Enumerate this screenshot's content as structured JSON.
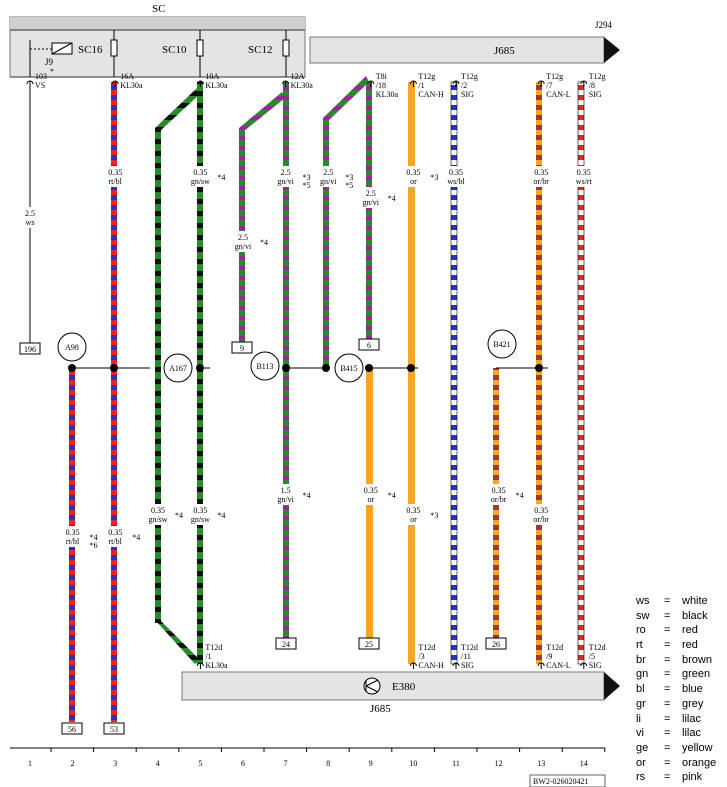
{
  "header": {
    "sc_label": "SC",
    "j294_label": "J294"
  },
  "fuses": {
    "sc16": "SC16",
    "sc10": "SC10",
    "sc12": "SC12",
    "relay": "J9",
    "asterisk": "*"
  },
  "top_connector": {
    "label": "J685"
  },
  "bottom_connector": {
    "label": "J685",
    "component": "E380"
  },
  "top_pins": [
    {
      "col": 1,
      "line1": "103",
      "line2": "VS"
    },
    {
      "col": 3,
      "line1": "16A",
      "line2": "KL30a"
    },
    {
      "col": 5,
      "line1": "10A",
      "line2": "KL30a"
    },
    {
      "col": 7,
      "line1": "12A",
      "line2": "KL30a"
    },
    {
      "col": 9,
      "line1": "T8i",
      "line2": "/18",
      "line3": "KL30a"
    },
    {
      "col": 10,
      "line1": "T12g",
      "line2": "/1",
      "line3": "CAN-H"
    },
    {
      "col": 11,
      "line1": "T12g",
      "line2": "/2",
      "line3": "SIG"
    },
    {
      "col": 13,
      "line1": "T12g",
      "line2": "/7",
      "line3": "CAN-L"
    },
    {
      "col": 14,
      "line1": "T12g",
      "line2": "/8",
      "line3": "SIG"
    }
  ],
  "bottom_pins": [
    {
      "col": 5,
      "line1": "T12d",
      "line2": "/1",
      "line3": "KL30a"
    },
    {
      "col": 10,
      "line1": "T12d",
      "line2": "/3",
      "line3": "CAN-H"
    },
    {
      "col": 11,
      "line1": "T12d",
      "line2": "/11",
      "line3": "SIG"
    },
    {
      "col": 13,
      "line1": "T12d",
      "line2": "/9",
      "line3": "CAN-L"
    },
    {
      "col": 14,
      "line1": "T12d",
      "line2": "/5",
      "line3": "SIG"
    }
  ],
  "wire_labels": [
    {
      "col": 1,
      "row": "upper",
      "size": "2.5",
      "color": "ws",
      "note": ""
    },
    {
      "col": 3,
      "row": "upper",
      "size": "0.35",
      "color": "rt/bl",
      "note": ""
    },
    {
      "col": 5,
      "row": "upper",
      "size": "0.35",
      "color": "gn/sw",
      "note": "*4"
    },
    {
      "col": 6,
      "row": "mid",
      "size": "2.5",
      "color": "gn/vi",
      "note": "*4"
    },
    {
      "col": 7,
      "row": "upper",
      "size": "2.5",
      "color": "gn/vi",
      "note": "*3\n*5"
    },
    {
      "col": 8,
      "row": "upper",
      "size": "2.5",
      "color": "gn/vi",
      "note": "*3\n*5"
    },
    {
      "col": 9,
      "row": "upper",
      "size": "2.5",
      "color": "gn/vi",
      "note": "*4"
    },
    {
      "col": 10,
      "row": "upper",
      "size": "0.35",
      "color": "or",
      "note": "*3"
    },
    {
      "col": 11,
      "row": "upper",
      "size": "0.35",
      "color": "ws/bl",
      "note": ""
    },
    {
      "col": 13,
      "row": "upper",
      "size": "0.35",
      "color": "or/br",
      "note": ""
    },
    {
      "col": 14,
      "row": "upper",
      "size": "0.35",
      "color": "ws/rt",
      "note": ""
    },
    {
      "col": 2,
      "row": "lower",
      "size": "0.35",
      "color": "rt/bl",
      "note": "*4\n*6"
    },
    {
      "col": 3,
      "row": "lower",
      "size": "0.35",
      "color": "rt/bl",
      "note": "*4"
    },
    {
      "col": 4,
      "row": "lower",
      "size": "0.35",
      "color": "gn/sw",
      "note": "*4"
    },
    {
      "col": 5,
      "row": "lower",
      "size": "0.35",
      "color": "gn/sw",
      "note": "*4"
    },
    {
      "col": 7,
      "row": "lower",
      "size": "1.5",
      "color": "gn/vi",
      "note": "*4"
    },
    {
      "col": 9,
      "row": "lower",
      "size": "0.35",
      "color": "or",
      "note": "*4"
    },
    {
      "col": 10,
      "row": "lower",
      "size": "0.35",
      "color": "or",
      "note": "*3"
    },
    {
      "col": 12,
      "row": "lower",
      "size": "0.35",
      "color": "or/br",
      "note": "*4"
    },
    {
      "col": 13,
      "row": "lower",
      "size": "0.35",
      "color": "or/br",
      "note": ""
    }
  ],
  "splices": [
    {
      "id": "A98",
      "col": 2
    },
    {
      "id": "A167",
      "col": 4
    },
    {
      "id": "B113",
      "col": 6
    },
    {
      "id": "B415",
      "col": 8
    },
    {
      "id": "B421",
      "col": 12
    }
  ],
  "boxes": [
    {
      "col": 1,
      "label": "196"
    },
    {
      "col": 6,
      "label": "9"
    },
    {
      "col": 9,
      "label": "6"
    },
    {
      "col": 2,
      "label": "56"
    },
    {
      "col": 3,
      "label": "53"
    },
    {
      "col": 7,
      "label": "24"
    },
    {
      "col": 9,
      "label": "25"
    },
    {
      "col": 12,
      "label": "26"
    }
  ],
  "column_numbers": [
    "1",
    "2",
    "3",
    "4",
    "5",
    "6",
    "7",
    "8",
    "9",
    "10",
    "11",
    "12",
    "13",
    "14"
  ],
  "drawing_id": "BW2-026020421",
  "legend": [
    {
      "code": "ws",
      "name": "white"
    },
    {
      "code": "sw",
      "name": "black"
    },
    {
      "code": "ro",
      "name": "red"
    },
    {
      "code": "rt",
      "name": "red"
    },
    {
      "code": "br",
      "name": "brown"
    },
    {
      "code": "gn",
      "name": "green"
    },
    {
      "code": "bl",
      "name": "blue"
    },
    {
      "code": "gr",
      "name": "grey"
    },
    {
      "code": "li",
      "name": "lilac"
    },
    {
      "code": "vi",
      "name": "lilac"
    },
    {
      "code": "ge",
      "name": "yellow"
    },
    {
      "code": "or",
      "name": "orange"
    },
    {
      "code": "rs",
      "name": "pink"
    }
  ],
  "colors": {
    "red": "#ee2222",
    "blue": "#2233cc",
    "green": "#2a8a2a",
    "black": "#111111",
    "violet": "#a020a0",
    "orange": "#f5a623",
    "brown": "#9b3a3a",
    "white": "#ffffff",
    "grey_box": "#e4e4e4"
  }
}
